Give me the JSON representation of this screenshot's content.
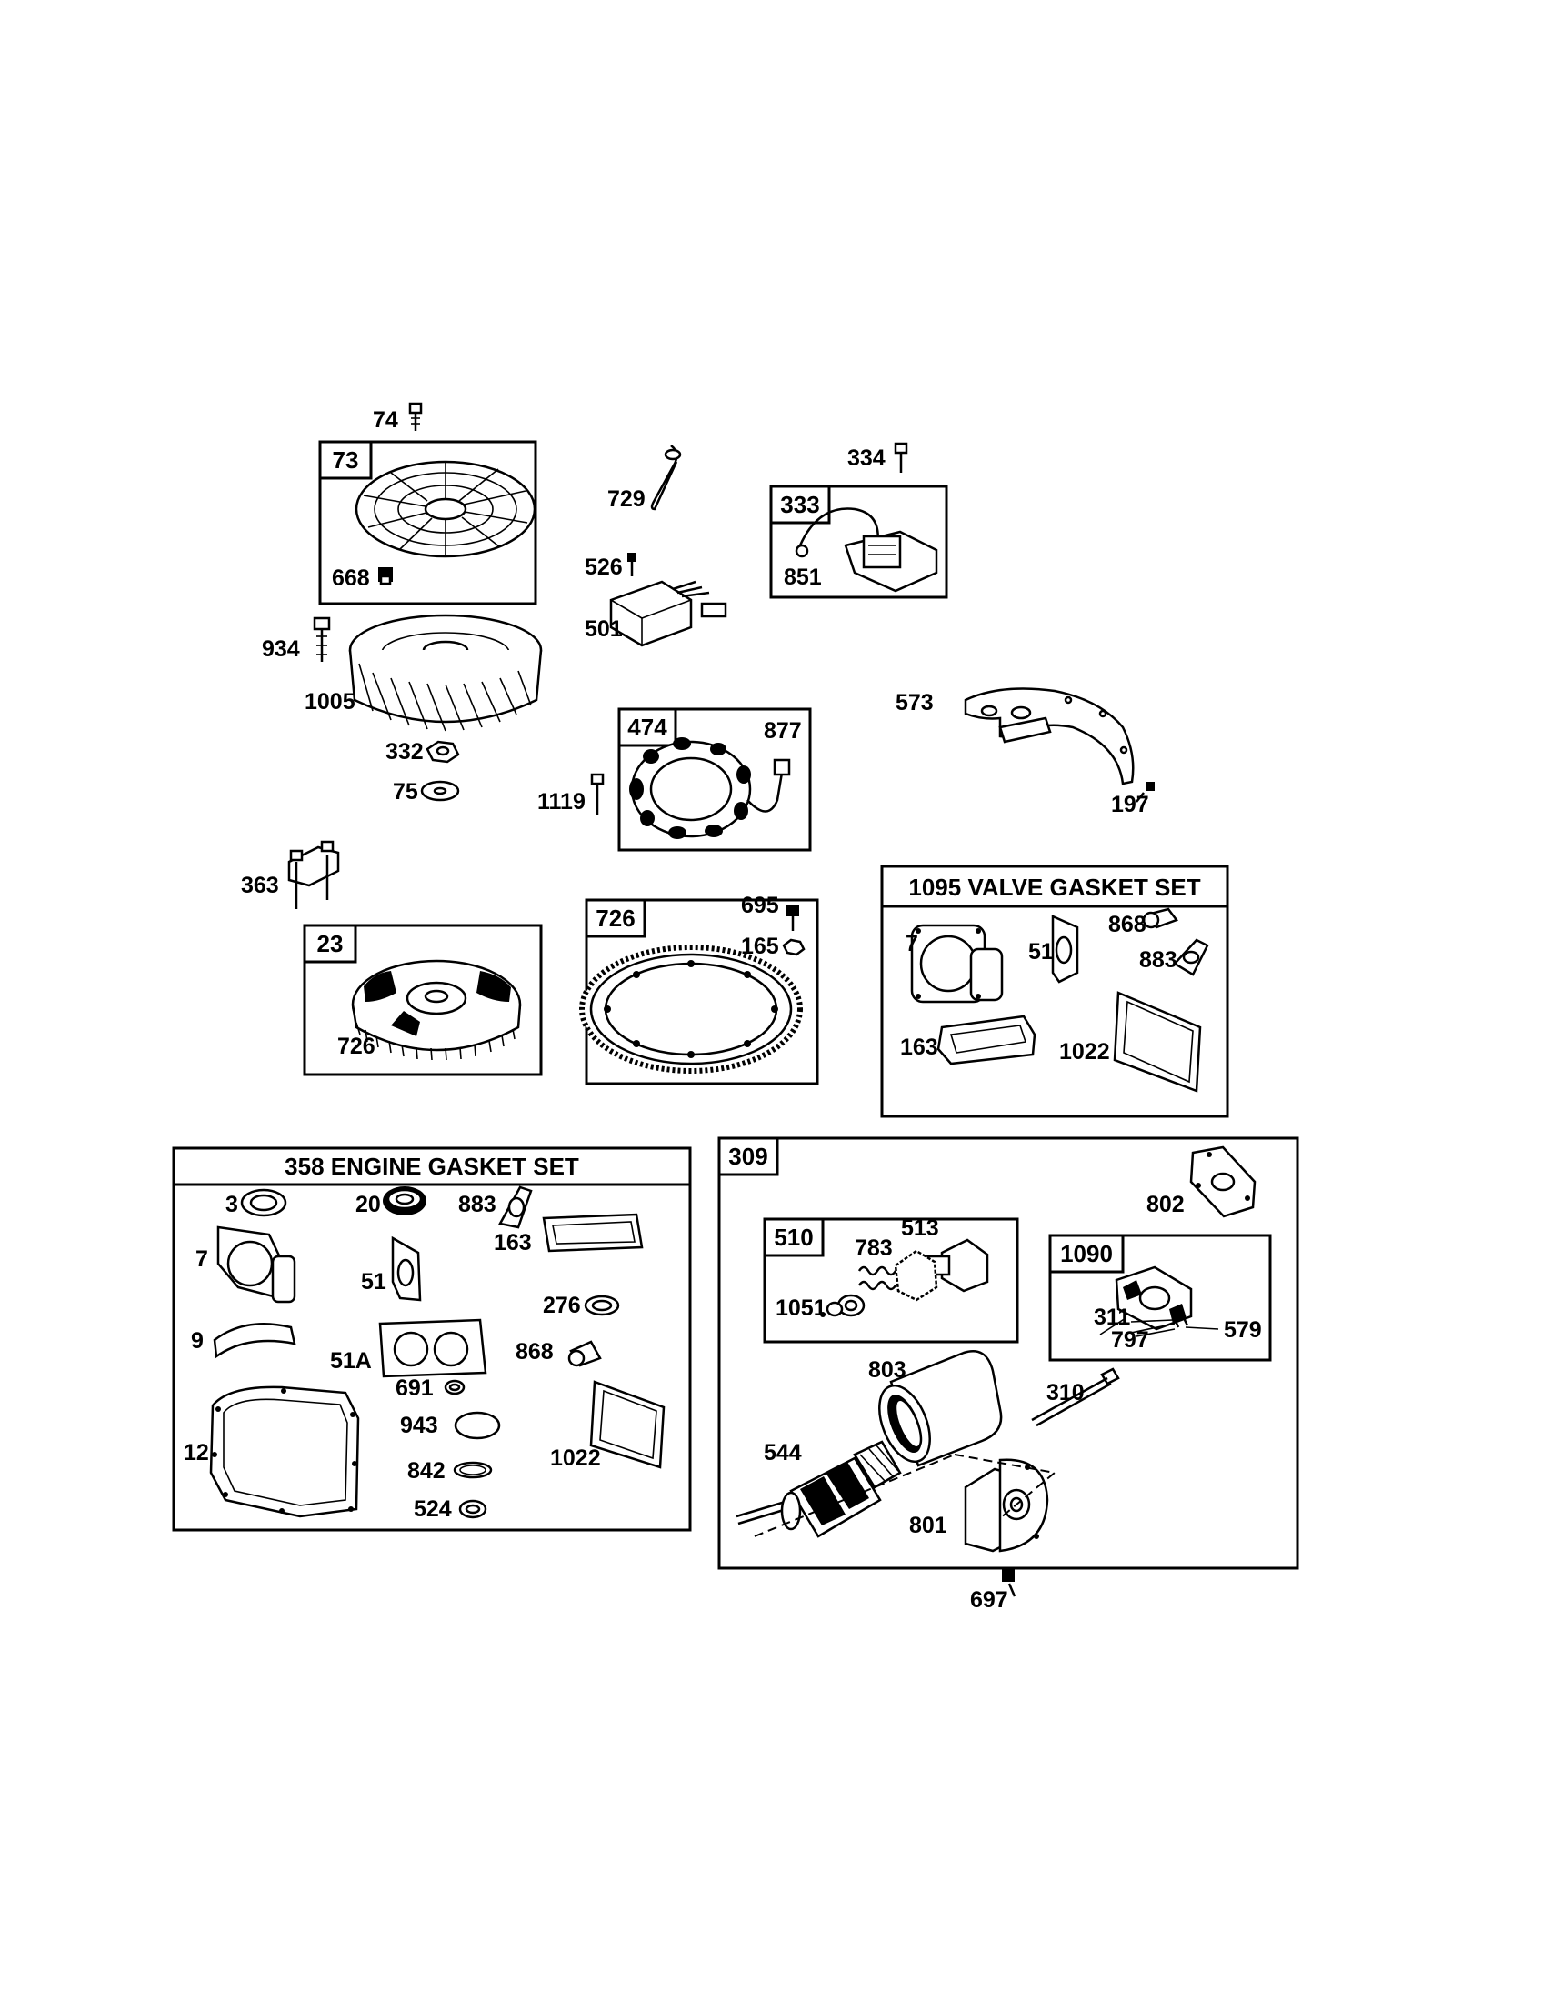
{
  "groups": [
    {
      "id": "73",
      "label": "73"
    },
    {
      "id": "333",
      "label": "333"
    },
    {
      "id": "474",
      "label": "474"
    },
    {
      "id": "23",
      "label": "23"
    },
    {
      "id": "726",
      "label": "726"
    },
    {
      "id": "1095",
      "label": "1095 VALVE GASKET SET"
    },
    {
      "id": "358",
      "label": "358 ENGINE GASKET SET"
    },
    {
      "id": "309",
      "label": "309"
    },
    {
      "id": "510",
      "label": "510"
    },
    {
      "id": "1090",
      "label": "1090"
    }
  ],
  "part_labels": [
    "74",
    "668",
    "729",
    "526",
    "501",
    "334",
    "851",
    "934",
    "1005",
    "332",
    "75",
    "877",
    "1119",
    "573",
    "197",
    "363",
    "726",
    "695",
    "165",
    "7",
    "51",
    "868",
    "883",
    "163",
    "1022",
    "3",
    "20",
    "883",
    "163",
    "7",
    "51",
    "276",
    "9",
    "51A",
    "868",
    "691",
    "12",
    "943",
    "1022",
    "842",
    "524",
    "802",
    "513",
    "783",
    "1051",
    "311",
    "797",
    "579",
    "803",
    "310",
    "544",
    "801",
    "697"
  ]
}
